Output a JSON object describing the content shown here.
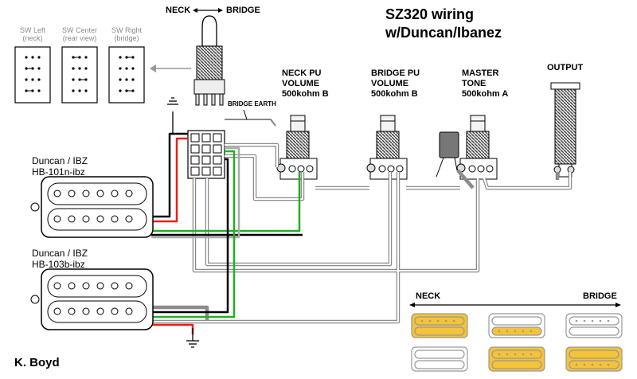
{
  "title": {
    "line1_bold": "SZ",
    "line1_rest": "320 wiring",
    "line2": "w/Duncan/Ibanez"
  },
  "switch_positions": [
    {
      "label": "SW Left",
      "sub": "(neck)"
    },
    {
      "label": "SW Center",
      "sub": "(rear view)"
    },
    {
      "label": "SW Right",
      "sub": "(bridge)"
    }
  ],
  "toggle": {
    "left": "NECK",
    "right": "BRIDGE"
  },
  "bridge_earth": "BRIDGE EARTH",
  "pots": [
    {
      "line1": "NECK PU",
      "line2": "VOLUME",
      "line3": "500kohm B"
    },
    {
      "line1": "BRIDGE PU",
      "line2": "VOLUME",
      "line3": "500kohm B"
    },
    {
      "line1": "MASTER",
      "line2": "TONE",
      "line3": "500kohm A"
    }
  ],
  "output": "OUTPUT",
  "pickups": [
    {
      "brand": "Duncan / IBZ",
      "model": "HB-101n-ibz"
    },
    {
      "brand": "Duncan / IBZ",
      "model": "HB-103b-ibz"
    }
  ],
  "legend": {
    "left": "NECK",
    "right": "BRIDGE"
  },
  "author": "K. Boyd",
  "colors": {
    "red": "#e8201a",
    "green": "#22b022",
    "yellow": "#f5c338",
    "wire_gray": "#8c8c8c",
    "label_gray": "#8a8a8a"
  }
}
